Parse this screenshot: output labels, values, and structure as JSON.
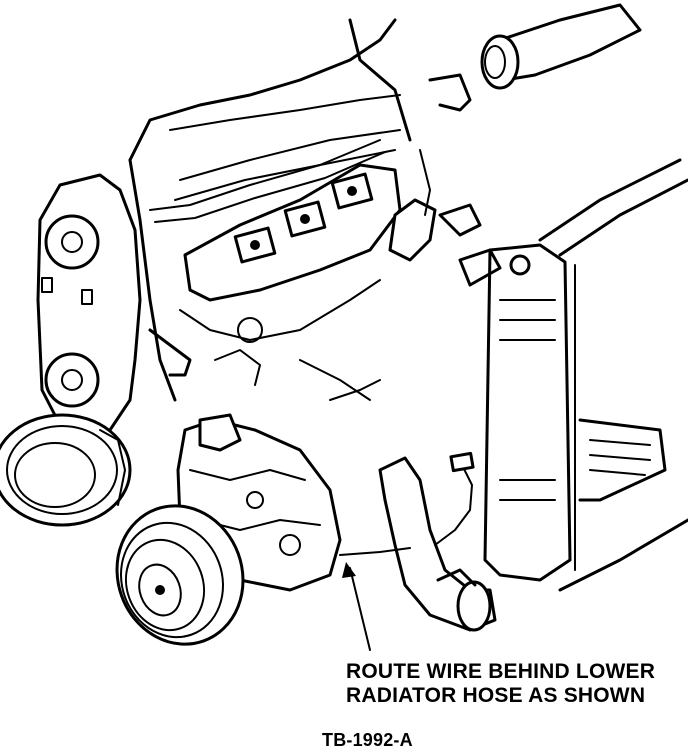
{
  "figure": {
    "callout": {
      "line1": "ROUTE WIRE BEHIND LOWER",
      "line2": "RADIATOR HOSE AS SHOWN"
    },
    "figure_id": "TB-1992-A"
  }
}
